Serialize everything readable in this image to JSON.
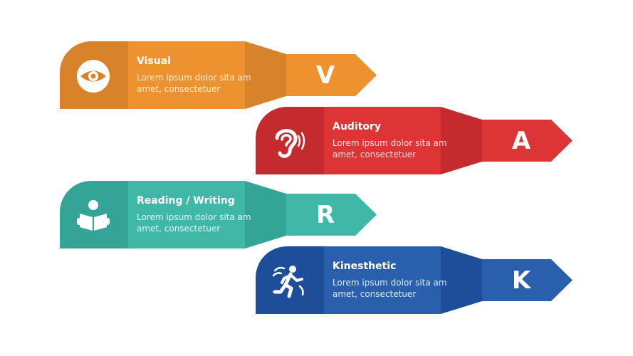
{
  "rows": [
    {
      "title": "Visual",
      "desc": "Lorem ipsum dolor sita am amet, consectetuer",
      "letter": "V",
      "colors": {
        "dark": "#D8822A",
        "main": "#EE922F"
      },
      "icon": "eye-icon"
    },
    {
      "title": "Auditory",
      "desc": "Lorem ipsum dolor sita am amet, consectetuer",
      "letter": "A",
      "colors": {
        "dark": "#C42B2F",
        "main": "#DD3535"
      },
      "icon": "ear-icon"
    },
    {
      "title": "Reading / Writing",
      "desc": "Lorem ipsum dolor sita am amet, consectetuer",
      "letter": "R",
      "colors": {
        "dark": "#34A497",
        "main": "#40B8A8"
      },
      "icon": "reading-person-icon"
    },
    {
      "title": "Kinesthetic",
      "desc": "Lorem ipsum dolor sita am amet, consectetuer",
      "letter": "K",
      "colors": {
        "dark": "#1E4E9A",
        "main": "#2A5FAE"
      },
      "icon": "running-person-icon"
    }
  ]
}
